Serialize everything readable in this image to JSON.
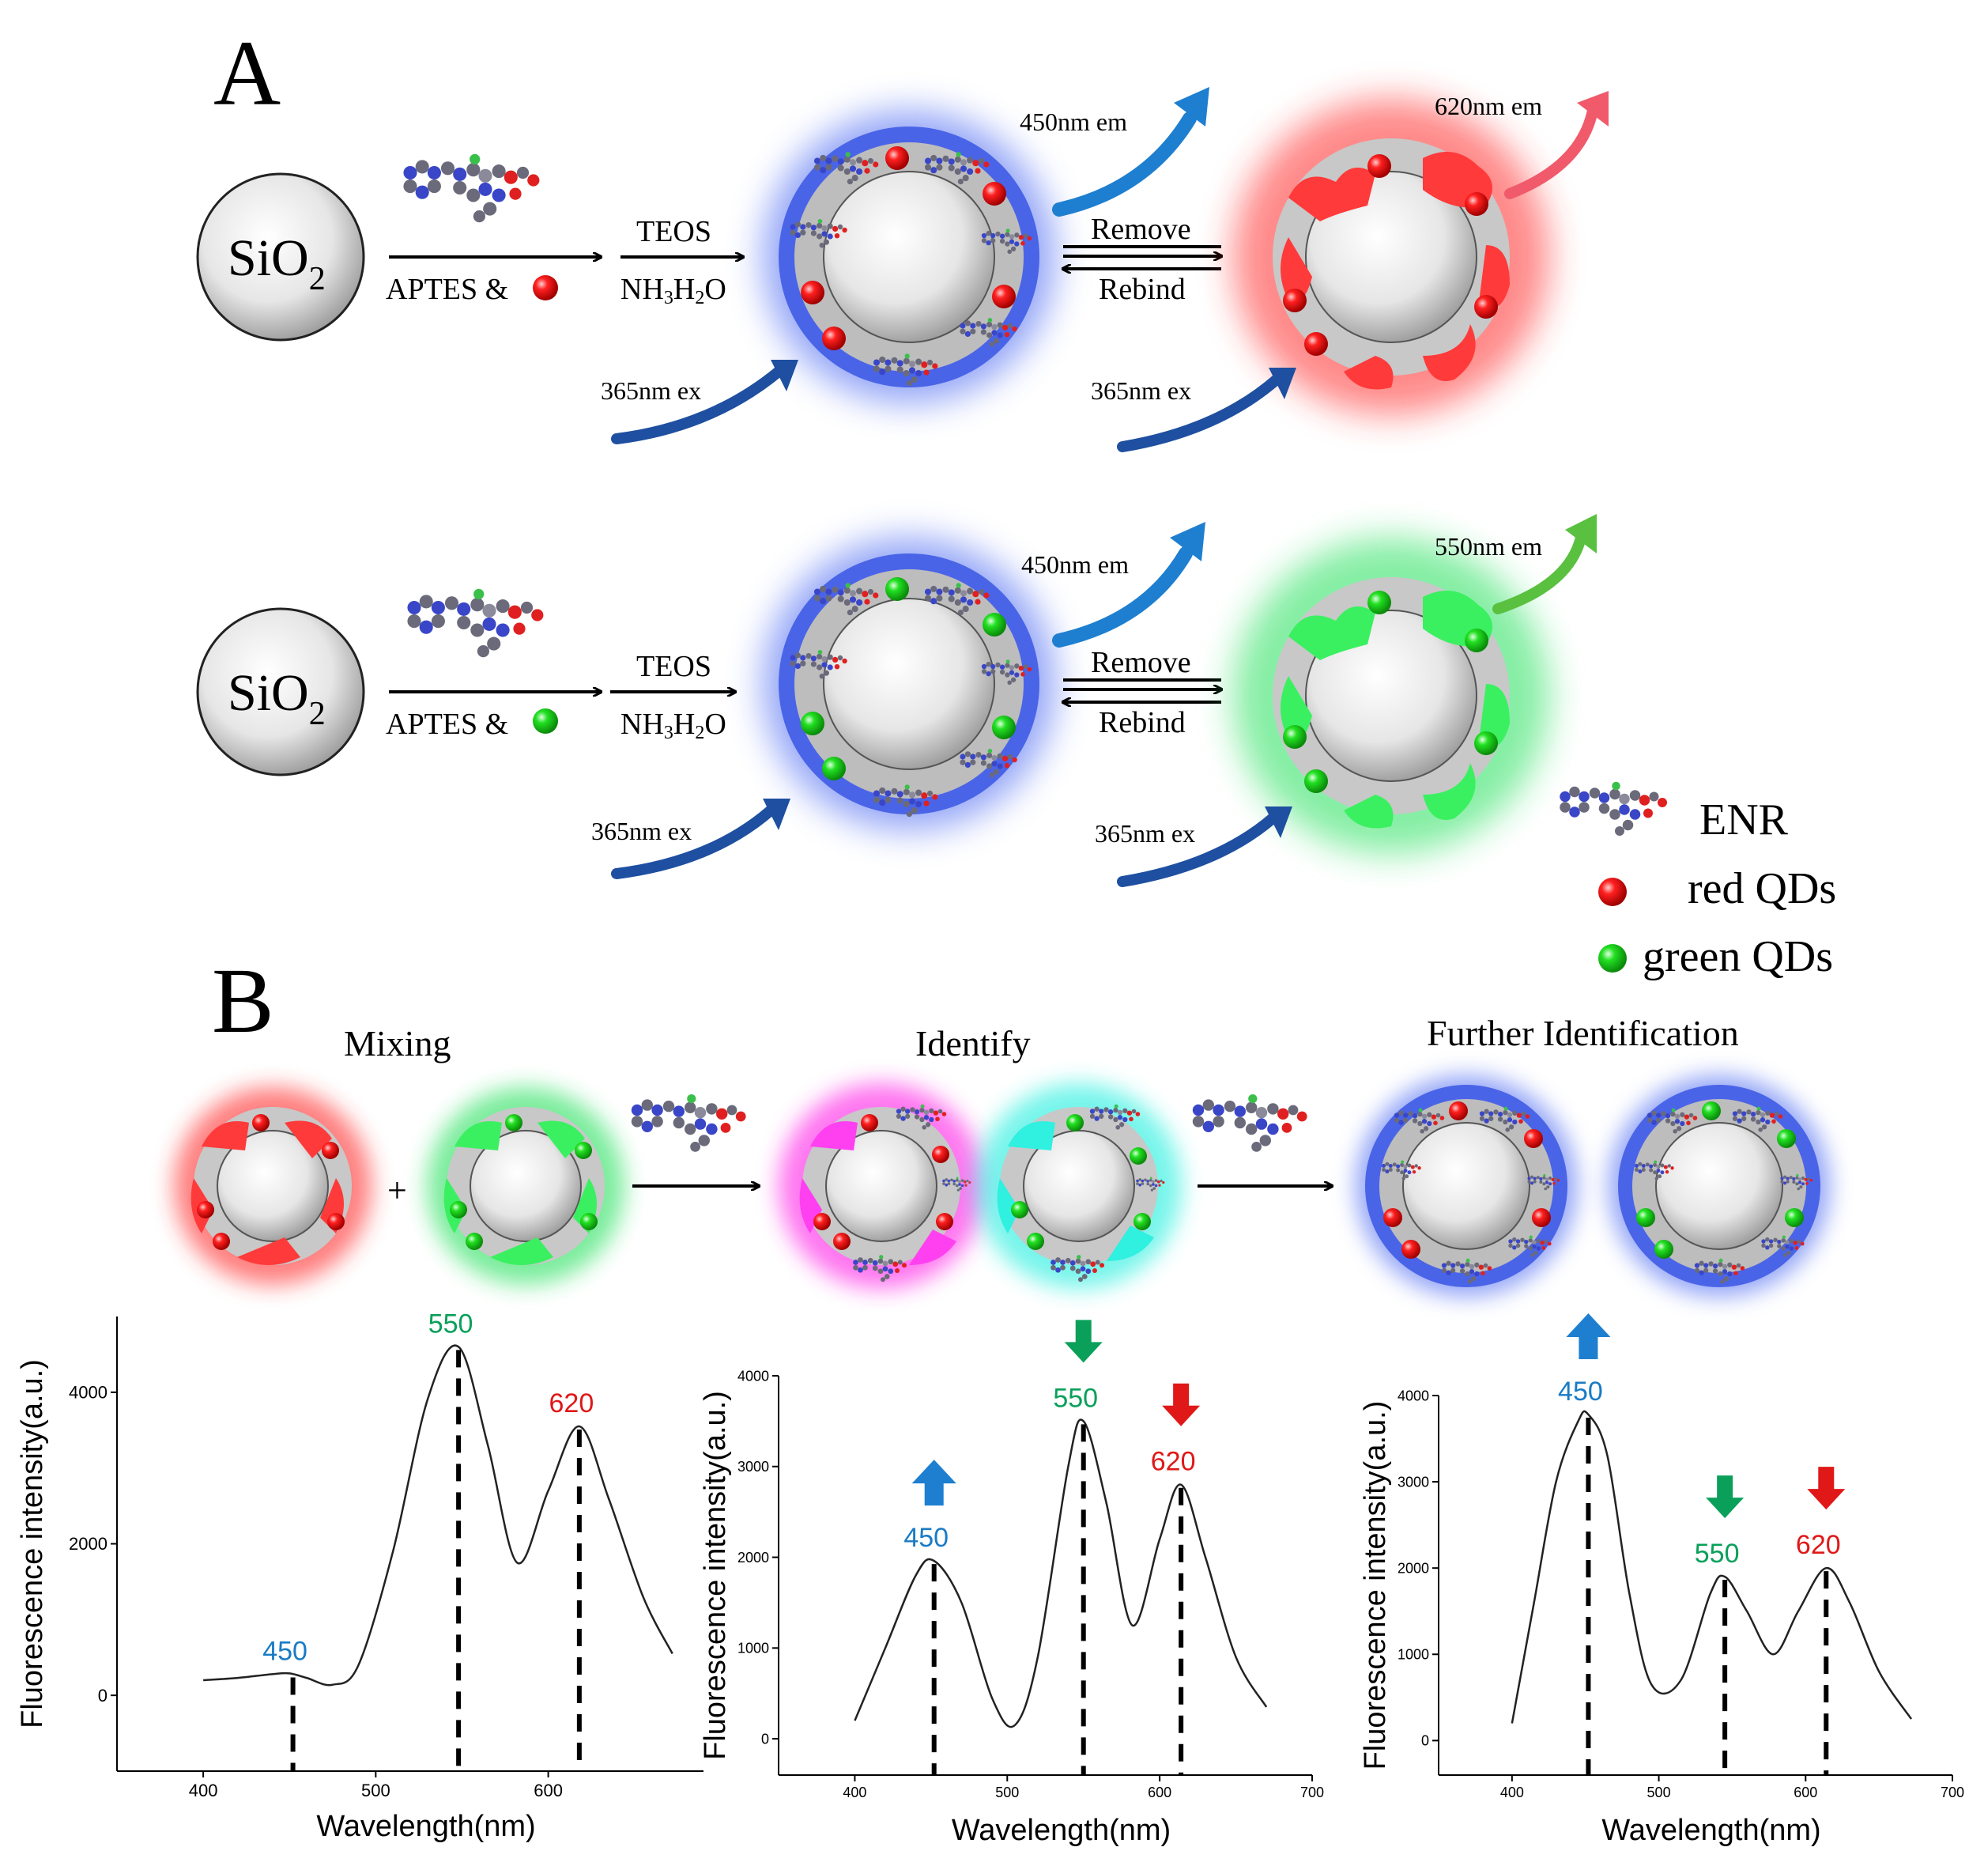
{
  "panels": {
    "a_label": "A",
    "b_label": "B"
  },
  "labels": {
    "sio2_main": "SiO",
    "sio2_sub": "2",
    "aptes": "APTES &",
    "teos": "TEOS",
    "nh3_main": "NH",
    "nh3_sub1": "3",
    "nh3_mid": "H",
    "nh3_sub2": "2",
    "nh3_end": "O",
    "remove": "Remove",
    "rebind": "Rebind",
    "ex365": "365nm ex",
    "em450": "450nm em",
    "em620": "620nm em",
    "em550": "550nm em",
    "plus": "+"
  },
  "legend": {
    "enr": "ENR",
    "red_qds": "red QDs",
    "green_qds": "green QDs"
  },
  "steps": {
    "mixing": "Mixing",
    "identify": "Identify",
    "further": "Further Identification"
  },
  "colors": {
    "blue_glow": "#3a5cf0",
    "red_glow": "#ff2a2a",
    "green_glow": "#22e05a",
    "magenta_glow": "#ff2ee8",
    "cyan_glow": "#2ef0e0",
    "peak_blue": "#1a7bc4",
    "peak_green": "#0aa05a",
    "peak_red": "#e01818",
    "arrow_blue": "#1e7fd0",
    "arrow_red": "#f05a6a",
    "arrow_green": "#5ac040"
  },
  "chart_data": [
    {
      "type": "line",
      "title": "",
      "xlabel": "Wavelength(nm)",
      "ylabel": "Fluorescence intensity(a.u.)",
      "xlim": [
        350,
        690
      ],
      "ylim": [
        -1000,
        5000
      ],
      "xticks": [
        400,
        500,
        600
      ],
      "yticks": [
        0,
        2000,
        4000
      ],
      "x": [
        400,
        420,
        440,
        450,
        460,
        475,
        490,
        510,
        530,
        548,
        565,
        582,
        600,
        618,
        635,
        655,
        672
      ],
      "y": [
        200,
        230,
        280,
        290,
        230,
        140,
        400,
        1900,
        3900,
        4600,
        3300,
        1750,
        2700,
        3550,
        2600,
        1300,
        550
      ],
      "peaks": [
        {
          "x": 452,
          "label": "450",
          "color": "#1a7bc4"
        },
        {
          "x": 548,
          "label": "550",
          "color": "#0aa05a"
        },
        {
          "x": 618,
          "label": "620",
          "color": "#e01818"
        }
      ],
      "arrows": []
    },
    {
      "type": "line",
      "title": "",
      "xlabel": "Wavelength(nm)",
      "ylabel": "Fluorescence intensity(a.u.)",
      "xlim": [
        350,
        700
      ],
      "ylim": [
        -400,
        4000
      ],
      "xticks": [
        400,
        500,
        600,
        700
      ],
      "yticks": [
        0,
        1000,
        2000,
        3000,
        4000
      ],
      "x": [
        400,
        420,
        440,
        452,
        470,
        490,
        505,
        520,
        540,
        550,
        565,
        582,
        600,
        614,
        630,
        650,
        670
      ],
      "y": [
        200,
        1000,
        1800,
        1960,
        1500,
        450,
        150,
        900,
        3000,
        3500,
        2600,
        1250,
        2200,
        2800,
        2000,
        900,
        350
      ],
      "peaks": [
        {
          "x": 452,
          "label": "450",
          "color": "#1a7bc4"
        },
        {
          "x": 550,
          "label": "550",
          "color": "#0aa05a"
        },
        {
          "x": 614,
          "label": "620",
          "color": "#e01818"
        }
      ],
      "arrows": [
        {
          "x": 452,
          "dir": "up",
          "color": "#1e7fd0"
        },
        {
          "x": 550,
          "dir": "down",
          "color": "#0aa05a"
        },
        {
          "x": 614,
          "dir": "down",
          "color": "#e01818"
        }
      ]
    },
    {
      "type": "line",
      "title": "",
      "xlabel": "Wavelength(nm)",
      "ylabel": "Fluorescence intensity(a.u.)",
      "xlim": [
        350,
        700
      ],
      "ylim": [
        -400,
        4000
      ],
      "xticks": [
        400,
        500,
        600,
        700
      ],
      "yticks": [
        0,
        1000,
        2000,
        3000,
        4000
      ],
      "x": [
        400,
        415,
        430,
        445,
        452,
        465,
        480,
        495,
        515,
        535,
        545,
        560,
        578,
        595,
        614,
        630,
        650,
        672
      ],
      "y": [
        200,
        1600,
        3000,
        3700,
        3780,
        3300,
        1700,
        650,
        700,
        1700,
        1900,
        1500,
        1000,
        1500,
        2000,
        1600,
        800,
        250
      ],
      "peaks": [
        {
          "x": 452,
          "label": "450",
          "color": "#1a7bc4"
        },
        {
          "x": 545,
          "label": "550",
          "color": "#0aa05a"
        },
        {
          "x": 614,
          "label": "620",
          "color": "#e01818"
        }
      ],
      "arrows": [
        {
          "x": 452,
          "dir": "up",
          "color": "#1e7fd0"
        },
        {
          "x": 545,
          "dir": "down",
          "color": "#0aa05a"
        },
        {
          "x": 614,
          "dir": "down",
          "color": "#e01818"
        }
      ]
    }
  ]
}
